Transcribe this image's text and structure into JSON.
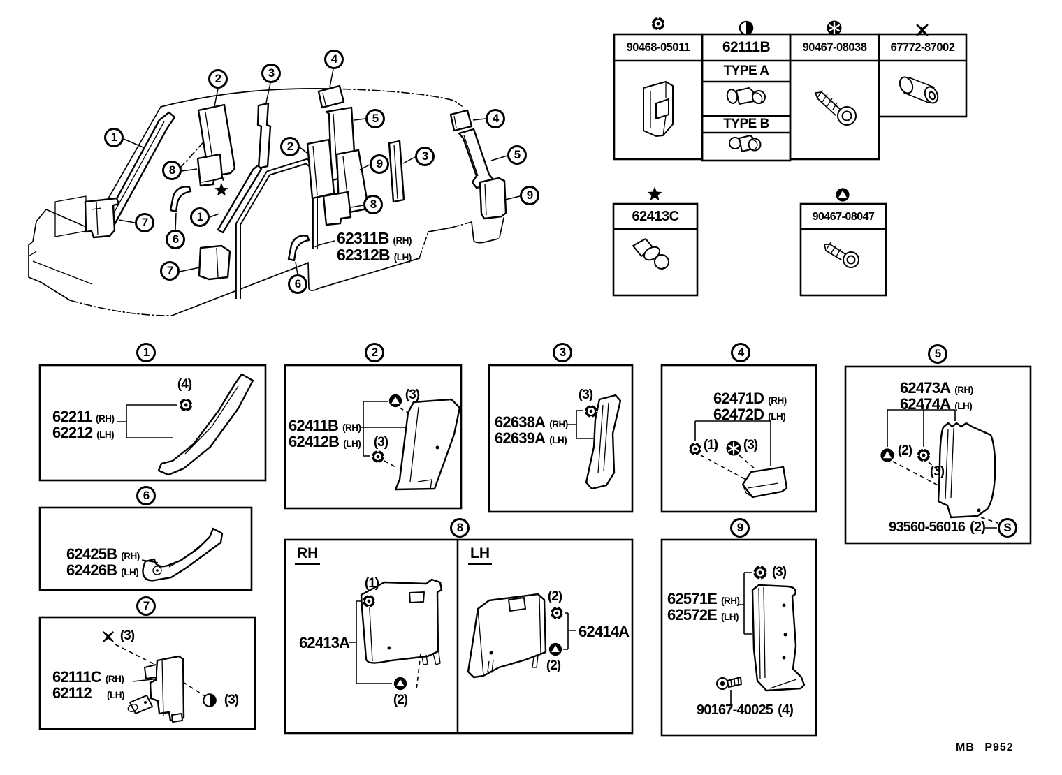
{
  "page": {
    "footer_code": "MB P952"
  },
  "legend_table": {
    "columns": [
      {
        "symbol": "grommet-icon",
        "part_number": "90468-05011"
      },
      {
        "symbol": "half-circle-icon",
        "part_number": "62111B",
        "type_a_label": "TYPE A",
        "type_b_label": "TYPE B"
      },
      {
        "symbol": "circle-asterisk-icon",
        "part_number": "90467-08038"
      },
      {
        "symbol": "cross-icon",
        "part_number": "67772-87002"
      }
    ]
  },
  "legend_boxes": [
    {
      "symbol": "star-icon",
      "part_number": "62413C"
    },
    {
      "symbol": "circle-triangle-icon",
      "part_number": "90467-08047"
    }
  ],
  "main_diagram": {
    "weatherstrip_label": {
      "rh_num": "62311B",
      "rh_side": "(RH)",
      "lh_num": "62312B",
      "lh_side": "(LH)"
    },
    "callouts": [
      "1",
      "2",
      "3",
      "4",
      "5",
      "4",
      "5",
      "2",
      "9",
      "3",
      "9",
      "8",
      "8",
      "7",
      "6",
      "1",
      "7",
      "6"
    ]
  },
  "panels": [
    {
      "callout": "1",
      "lines": [
        {
          "num": "62211",
          "side": "(RH)"
        },
        {
          "num": "62212",
          "side": "(LH)"
        }
      ],
      "fasteners": [
        {
          "icon": "grommet-icon",
          "qty": "(4)"
        }
      ]
    },
    {
      "callout": "2",
      "lines": [
        {
          "num": "62411B",
          "side": "(RH)"
        },
        {
          "num": "62412B",
          "side": "(LH)"
        }
      ],
      "fasteners": [
        {
          "icon": "circle-triangle-icon",
          "qty": "(3)"
        },
        {
          "icon": "grommet-icon",
          "qty": "(3)"
        }
      ]
    },
    {
      "callout": "3",
      "lines": [
        {
          "num": "62638A",
          "side": "(RH)"
        },
        {
          "num": "62639A",
          "side": "(LH)"
        }
      ],
      "fasteners": [
        {
          "icon": "grommet-icon",
          "qty": "(3)"
        }
      ]
    },
    {
      "callout": "4",
      "lines": [
        {
          "num": "62471D",
          "side": "(RH)"
        },
        {
          "num": "62472D",
          "side": "(LH)"
        }
      ],
      "fasteners": [
        {
          "icon": "grommet-icon",
          "qty": "(1)"
        },
        {
          "icon": "circle-asterisk-icon",
          "qty": "(3)"
        }
      ]
    },
    {
      "callout": "5",
      "lines": [
        {
          "num": "62473A",
          "side": "(RH)"
        },
        {
          "num": "62474A",
          "side": "(LH)"
        }
      ],
      "fasteners": [
        {
          "icon": "circle-triangle-icon",
          "qty": "(2)"
        },
        {
          "icon": "grommet-icon",
          "qty": "(3)"
        }
      ],
      "screw": {
        "num": "93560-56016",
        "qty": "(2)",
        "symbol": "S"
      }
    },
    {
      "callout": "6",
      "lines": [
        {
          "num": "62425B",
          "side": "(RH)"
        },
        {
          "num": "62426B",
          "side": "(LH)"
        }
      ]
    },
    {
      "callout": "7",
      "lines": [
        {
          "num": "62111C",
          "side": "(RH)"
        },
        {
          "num": "62112",
          "side": "(LH)"
        }
      ],
      "fasteners": [
        {
          "icon": "cross-icon",
          "qty": "(3)"
        },
        {
          "icon": "half-circle-icon",
          "qty": "(3)"
        }
      ]
    },
    {
      "callout": "8",
      "sections": [
        {
          "heading": "RH",
          "part": "62413A",
          "fasteners": [
            {
              "icon": "grommet-icon",
              "qty": "(1)"
            },
            {
              "icon": "circle-triangle-icon",
              "qty": "(2)"
            }
          ]
        },
        {
          "heading": "LH",
          "part": "62414A",
          "fasteners": [
            {
              "icon": "grommet-icon",
              "qty": "(2)"
            },
            {
              "icon": "circle-triangle-icon",
              "qty": "(2)"
            }
          ]
        }
      ]
    },
    {
      "callout": "9",
      "lines": [
        {
          "num": "62571E",
          "side": "(RH)"
        },
        {
          "num": "62572E",
          "side": "(LH)"
        }
      ],
      "fasteners": [
        {
          "icon": "grommet-icon",
          "qty": "(3)"
        }
      ],
      "screw": {
        "num": "90167-40025",
        "qty": "(4)"
      }
    }
  ]
}
